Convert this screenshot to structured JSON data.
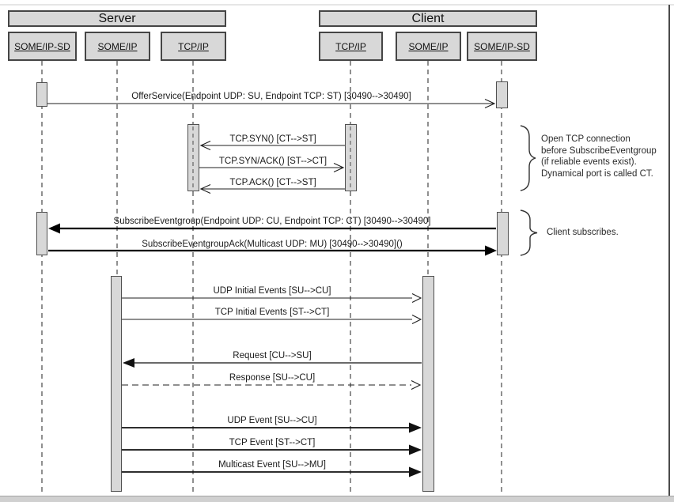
{
  "diagram_type": "uml-sequence-diagram",
  "topic": "SOME/IP Service Discovery publish/subscribe sequence",
  "colors": {
    "background": "#ffffff",
    "box_fill": "#d8d8d8",
    "box_border": "#454545",
    "line": "#1f1f1f",
    "thick_line": "#000000",
    "bottom_bar": "#d0d0d0"
  },
  "groups": {
    "server": {
      "label": "Server"
    },
    "client": {
      "label": "Client"
    }
  },
  "lifelines": [
    {
      "id": "server-someip-sd",
      "group": "Server",
      "label": "SOME/IP-SD"
    },
    {
      "id": "server-someip",
      "group": "Server",
      "label": "SOME/IP"
    },
    {
      "id": "server-tcpip",
      "group": "Server",
      "label": "TCP/IP"
    },
    {
      "id": "client-tcpip",
      "group": "Client",
      "label": "TCP/IP"
    },
    {
      "id": "client-someip",
      "group": "Client",
      "label": "SOME/IP"
    },
    {
      "id": "client-someip-sd",
      "group": "Client",
      "label": "SOME/IP-SD"
    }
  ],
  "messages": [
    {
      "label": "OfferService(Endpoint UDP: SU, Endpoint TCP: ST) [30490-->30490]",
      "from": "server-someip-sd",
      "to": "client-someip-sd",
      "line": "solid",
      "arrowhead": "open"
    },
    {
      "label": "TCP.SYN() [CT-->ST]",
      "from": "client-tcpip",
      "to": "server-tcpip",
      "line": "solid",
      "arrowhead": "open"
    },
    {
      "label": "TCP.SYN/ACK() [ST-->CT]",
      "from": "server-tcpip",
      "to": "client-tcpip",
      "line": "solid",
      "arrowhead": "open"
    },
    {
      "label": "TCP.ACK() [CT-->ST]",
      "from": "client-tcpip",
      "to": "server-tcpip",
      "line": "solid",
      "arrowhead": "open"
    },
    {
      "label": "SubscribeEventgroup(Endpoint UDP: CU, Endpoint TCP: CT) [30490-->30490]",
      "from": "client-someip-sd",
      "to": "server-someip-sd",
      "line": "solid-thick",
      "arrowhead": "filled"
    },
    {
      "label": "SubscribeEventgroupAck(Multicast UDP: MU) [30490-->30490]()",
      "from": "server-someip-sd",
      "to": "client-someip-sd",
      "line": "solid-thick",
      "arrowhead": "filled"
    },
    {
      "label": "UDP Initial Events [SU-->CU]",
      "from": "server-someip",
      "to": "client-someip",
      "line": "solid",
      "arrowhead": "open"
    },
    {
      "label": "TCP Initial Events [ST-->CT]",
      "from": "server-someip",
      "to": "client-someip",
      "line": "solid",
      "arrowhead": "open"
    },
    {
      "label": "Request [CU-->SU]",
      "from": "client-someip",
      "to": "server-someip",
      "line": "solid",
      "arrowhead": "filled"
    },
    {
      "label": "Response [SU-->CU]",
      "from": "server-someip",
      "to": "client-someip",
      "line": "dashed",
      "arrowhead": "open"
    },
    {
      "label": "UDP Event [SU-->CU]",
      "from": "server-someip",
      "to": "client-someip",
      "line": "solid",
      "arrowhead": "filled"
    },
    {
      "label": "TCP Event [ST-->CT]",
      "from": "server-someip",
      "to": "client-someip",
      "line": "solid",
      "arrowhead": "filled"
    },
    {
      "label": "Multicast Event [SU-->MU]",
      "from": "server-someip",
      "to": "client-someip",
      "line": "solid",
      "arrowhead": "filled"
    }
  ],
  "annotations": [
    {
      "lines": [
        "Open TCP connection",
        "before SubscribeEventgroup",
        "(if reliable events exist).",
        "Dynamical port is called CT."
      ]
    },
    {
      "text": "Client subscribes."
    }
  ]
}
